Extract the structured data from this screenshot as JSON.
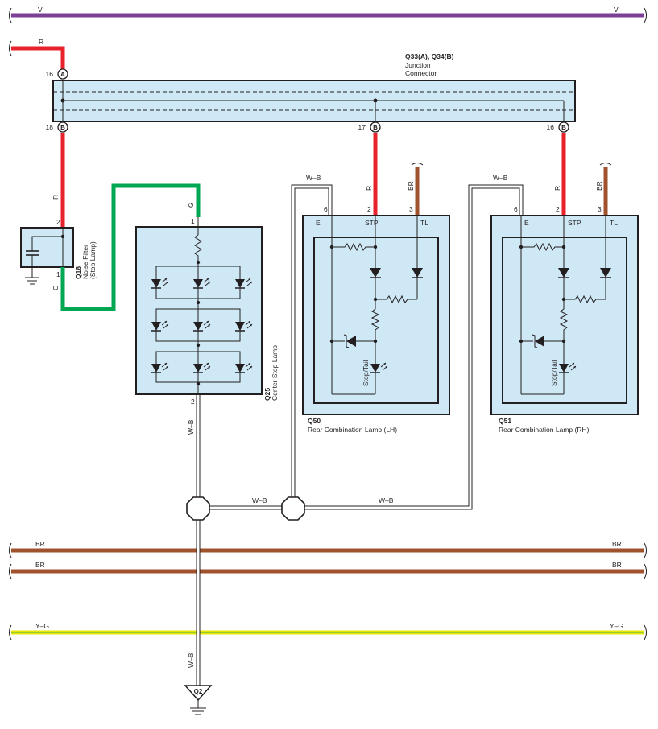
{
  "colors": {
    "violet": "#7b3f98",
    "red": "#e8222a",
    "green": "#00a651",
    "brown": "#a0522d",
    "yellow_green": "#e6e600",
    "connector_fill": "#cfe8f5",
    "ink": "#231f20"
  },
  "wires": {
    "v_left": "V",
    "v_right": "V",
    "r_top": "R",
    "r_left_vertical": "R",
    "g_label_top": "G",
    "g_label_bottom": "G",
    "wb_q50": "W–B",
    "r_q50": "R",
    "br_q50": "BR",
    "wb_q51": "W–B",
    "r_q51": "R",
    "br_q51": "BR",
    "wb_q25": "W–B",
    "wb_mid": "W–B",
    "wb_right": "W–B",
    "br1_left": "BR",
    "br1_right": "BR",
    "br2_left": "BR",
    "br2_right": "BR",
    "yg_left": "Y–G",
    "yg_right": "Y–G",
    "wb_ground": "W–B"
  },
  "junction": {
    "id": "Q33(A), Q34(B)",
    "name_line1": "Junction",
    "name_line2": "Connector",
    "pin_a": "A",
    "pin_a_num": "16",
    "pin_b1": "B",
    "pin_b1_num": "18",
    "pin_b2": "B",
    "pin_b2_num": "17",
    "pin_b3": "B",
    "pin_b3_num": "16"
  },
  "noise_filter": {
    "id": "Q18",
    "name_line1": "Noise Filter",
    "name_line2": "(Stop Lamp)",
    "pin_top": "2",
    "pin_bottom": "1"
  },
  "center_stop": {
    "id": "Q25",
    "name": "Center Stop Lamp",
    "pin_top": "1",
    "pin_bottom": "2"
  },
  "q50": {
    "id": "Q50",
    "name": "Rear Combination Lamp (LH)",
    "pin_e_num": "6",
    "pin_stp_num": "2",
    "pin_tl_num": "3",
    "pin_e": "E",
    "pin_stp": "STP",
    "pin_tl": "TL",
    "inner_label": "Stop/Tail"
  },
  "q51": {
    "id": "Q51",
    "name": "Rear Combination Lamp (RH)",
    "pin_e_num": "6",
    "pin_stp_num": "2",
    "pin_tl_num": "3",
    "pin_e": "E",
    "pin_stp": "STP",
    "pin_tl": "TL",
    "inner_label": "Stop/Tail"
  },
  "ground": {
    "id": "Q2"
  }
}
